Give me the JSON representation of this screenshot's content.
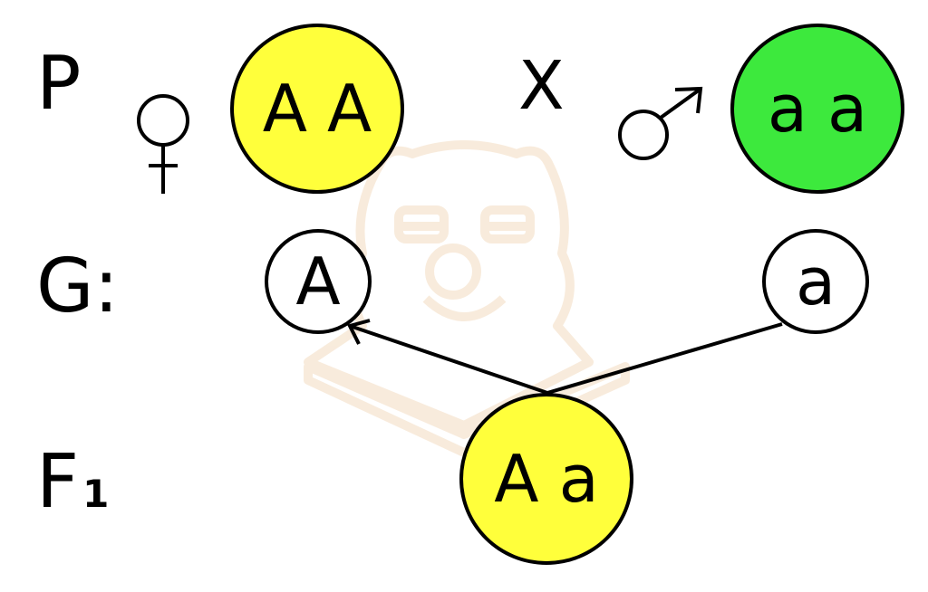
{
  "rows": {
    "parents_label": "P",
    "gametes_label": "G:",
    "offspring_label": "F",
    "offspring_label_sub": "1"
  },
  "cross_symbol": "X",
  "parents": {
    "female": {
      "allele_1": "A",
      "allele_2": "A",
      "color": "#ffff3b",
      "sex_icon": "female-symbol-icon"
    },
    "male": {
      "allele_1": "a",
      "allele_2": "a",
      "color": "#3de93d",
      "sex_icon": "male-symbol-icon"
    }
  },
  "gametes": {
    "female": "A",
    "male": "a",
    "color": "#ffffff"
  },
  "offspring": {
    "allele_1": "A",
    "allele_2": "a",
    "color": "#ffff3b"
  },
  "watermark": {
    "icon": "bear-with-glasses-icon",
    "color": "#f3d9b8"
  }
}
